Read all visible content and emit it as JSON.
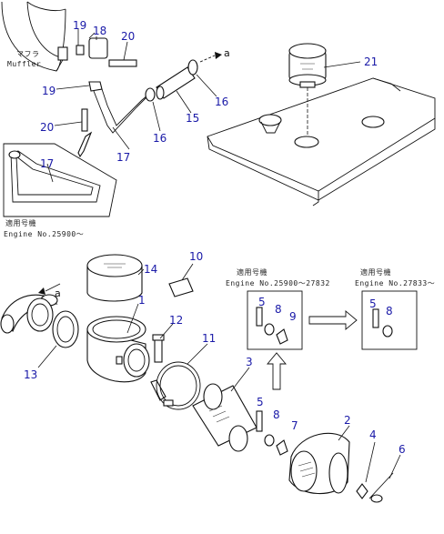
{
  "text_labels": {
    "muffler_jp": "マフラ",
    "muffler_en": "Muffler",
    "serial_jp_1": "適用号機",
    "serial_en_1": "Engine No.25900～",
    "serial_jp_2": "適用号機",
    "serial_en_2": "Engine No.25900～27832",
    "serial_jp_3": "適用号機",
    "serial_en_3": "Engine No.27833～",
    "arrow_a_1": "a",
    "arrow_a_2": "a"
  },
  "callouts": {
    "c1": "1",
    "c2": "2",
    "c3": "3",
    "c4": "4",
    "c5a": "5",
    "c5b": "5",
    "c5c": "5",
    "c6": "6",
    "c7": "7",
    "c8a": "8",
    "c8b": "8",
    "c8c": "8",
    "c9": "9",
    "c10": "10",
    "c11": "11",
    "c12": "12",
    "c13": "13",
    "c14": "14",
    "c15": "15",
    "c16a": "16",
    "c16b": "16",
    "c17a": "17",
    "c17b": "17",
    "c18": "18",
    "c19a": "19",
    "c19b": "19",
    "c20a": "20",
    "c20b": "20",
    "c21": "21"
  },
  "colors": {
    "callout": "#1a1aa8",
    "line": "#111111",
    "background": "#ffffff"
  }
}
